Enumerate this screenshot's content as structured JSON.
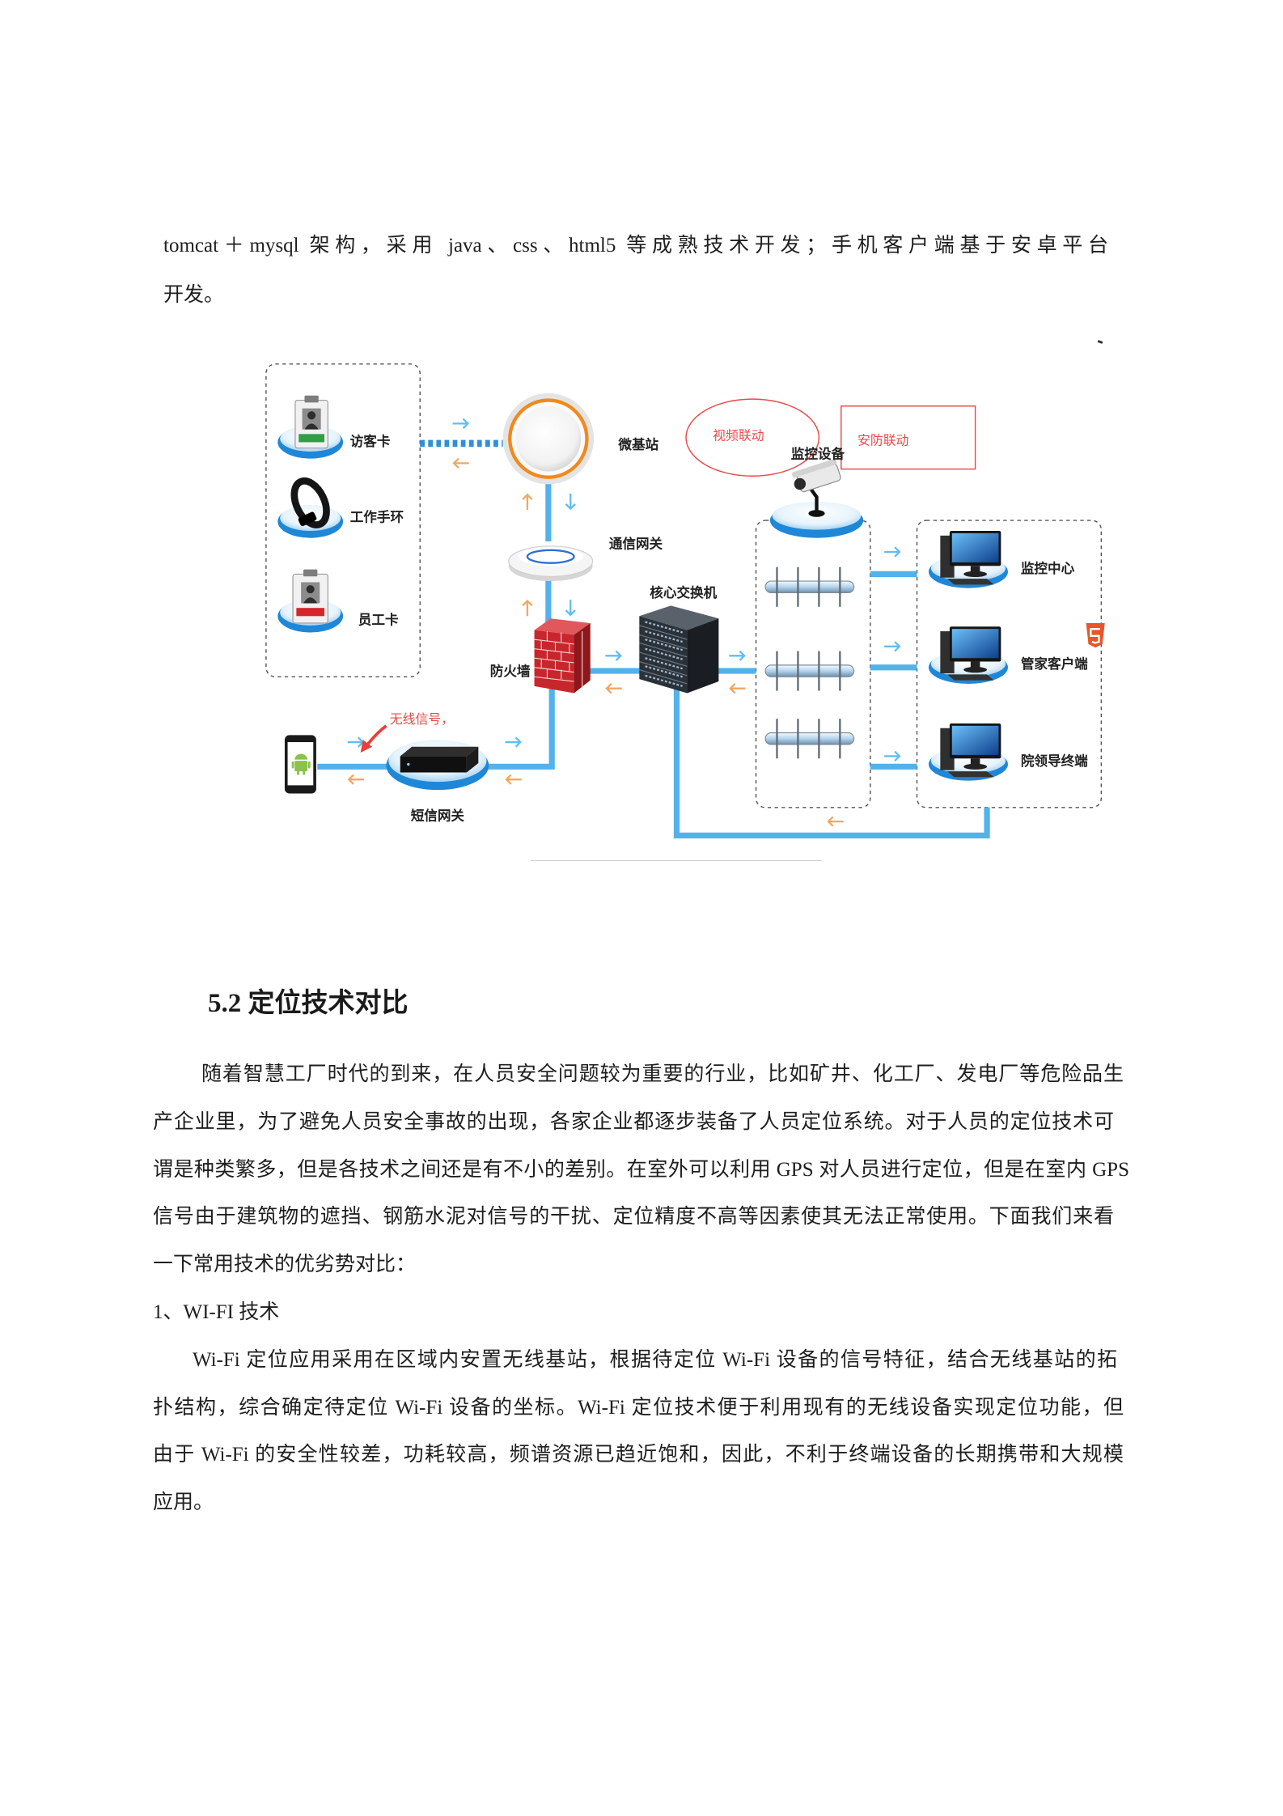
{
  "document": {
    "intro_lines": [
      "tomcat＋mysql 架构，采用 java、css、html5 等成熟技术开发；手机客户端基于安卓平台",
      "开发。"
    ],
    "section_heading": "5.2 定位技术对比",
    "paragraph_1": [
      "随着智慧工厂时代的到来，在人员安全问题较为重要的行业，比如矿井、化工厂、发电厂等危险品生",
      "产企业里，为了避免人员安全事故的出现，各家企业都逐步装备了人员定位系统。对于人员的定位技术可",
      "谓是种类繁多，但是各技术之间还是有不小的差别。在室外可以利用 GPS 对人员进行定位，但是在室内 GPS",
      "信号由于建筑物的遮挡、钢筋水泥对信号的干扰、定位精度不高等因素使其无法正常使用。下面我们来看",
      "一下常用技术的优劣势对比："
    ],
    "list_item_1": "1、WI-FI 技术",
    "paragraph_2": [
      "Wi-Fi 定位应用采用在区域内安置无线基站，根据待定位 Wi-Fi 设备的信号特征，结合无线基站的拓",
      "扑结构，综合确定待定位 Wi-Fi 设备的坐标。Wi-Fi 定位技术便于利用现有的无线设备实现定位功能，但",
      "由于 Wi-Fi 的安全性较差，功耗较高，频谱资源已趋近饱和，因此，不利于终端设备的长期携带和大规模",
      "应用。"
    ]
  },
  "diagram": {
    "labels": {
      "visitor_card": "访客卡",
      "work_wristband": "工作手环",
      "employee_card": "员工卡",
      "micro_base_station": "微基站",
      "comm_gateway": "通信网关",
      "firewall": "防火墙",
      "core_switch": "核心交换机",
      "sms_gateway": "短信网关",
      "wireless_signal": "无线信号，",
      "video_linkage": "视频联动",
      "security_linkage": "安防联动",
      "monitoring_device": "监控设备",
      "monitoring_center": "监控中心",
      "butler_client": "管家客户端",
      "leader_terminal": "院领导终端"
    },
    "colors": {
      "link_line": "#52b2ec",
      "dotted_link": "#2f8fd8",
      "arrow_outbound": "#62bdf0",
      "arrow_inbound": "#f0a862",
      "annotation": "#e84a4a",
      "pedestal": "#1f87d8",
      "base_station_ring": "#f08a1c",
      "firewall": "#c8262d"
    },
    "icons": [
      "visitor-card-icon",
      "wristband-icon",
      "employee-card-icon",
      "micro-base-station-icon",
      "communication-gateway-icon",
      "firewall-icon",
      "core-switch-icon",
      "sms-gateway-icon",
      "mobile-phone-icon",
      "android-icon",
      "surveillance-camera-icon",
      "switch-bus-icon",
      "computer-icon",
      "html5-logo-icon",
      "arrow-right-icon",
      "arrow-left-icon",
      "arrow-up-icon",
      "arrow-down-icon"
    ]
  }
}
